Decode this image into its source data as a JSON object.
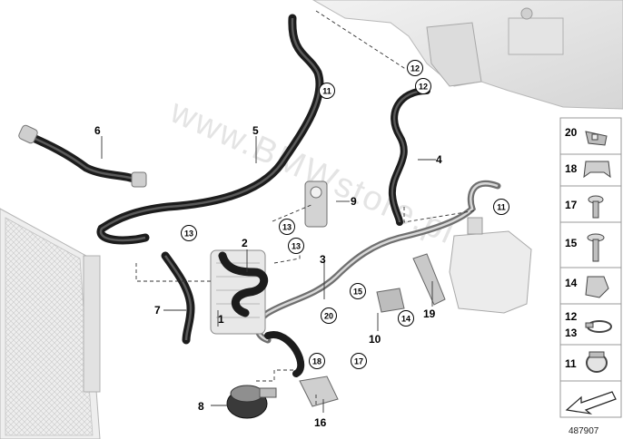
{
  "watermark": "www.BMWstore.pl",
  "reference_number": "487907",
  "callouts": {
    "p1": "1",
    "p2": "2",
    "p3": "3",
    "p4": "4",
    "p5": "5",
    "p6": "6",
    "p7": "7",
    "p8": "8",
    "p9": "9",
    "p10": "10",
    "p16": "16",
    "p19": "19"
  },
  "circle_callouts": {
    "c12a": "12",
    "c12b": "12",
    "c11a": "11",
    "c11b": "11",
    "c13a": "13",
    "c13b": "13",
    "c13c": "13",
    "c14": "14",
    "c15": "15",
    "c17": "17",
    "c18": "18",
    "c20": "20"
  },
  "legend": [
    {
      "label": "20",
      "icon": "clip-icon"
    },
    {
      "label": "18",
      "icon": "bracket-clip-icon"
    },
    {
      "label": "17",
      "icon": "screw-icon"
    },
    {
      "label": "15",
      "icon": "bolt-icon"
    },
    {
      "label": "14",
      "icon": "nut-icon"
    },
    {
      "label": "12",
      "label2": "13",
      "icon": "hose-clamp-icon"
    },
    {
      "label": "11",
      "icon": "clamp-icon"
    },
    {
      "label": "",
      "icon": "arrow-icon"
    }
  ]
}
